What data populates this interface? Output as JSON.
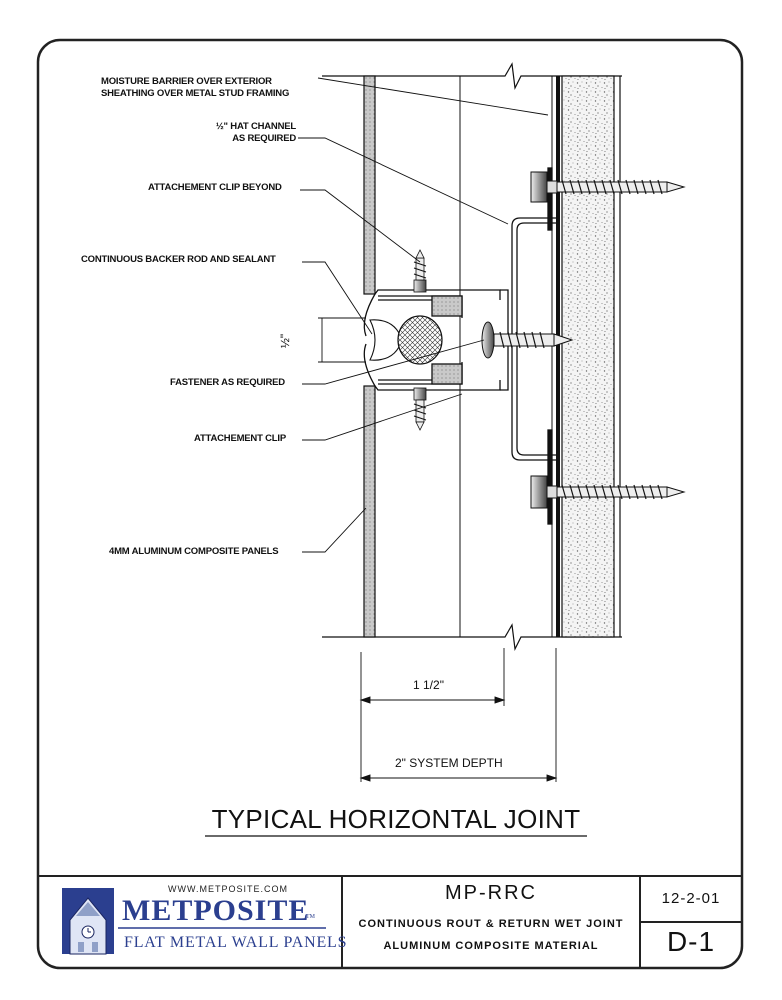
{
  "labels": {
    "moisture_barrier": [
      "MOISTURE BARRIER OVER  EXTERIOR",
      "SHEATHING OVER METAL STUD FRAMING"
    ],
    "hat_channel": [
      "½\" HAT CHANNEL",
      "AS REQUIRED"
    ],
    "clip_beyond": "ATTACHEMENT CLIP BEYOND",
    "backer_rod": "CONTINUOUS BACKER ROD AND SEALANT",
    "fastener": "FASTENER AS REQUIRED",
    "attach_clip": "ATTACHEMENT CLIP",
    "acm_panels": "4MM ALUMINUM COMPOSITE PANELS"
  },
  "dimensions": {
    "joint_gap": "½\"",
    "inner": "1 1/2\"",
    "system_depth": "2\" SYSTEM DEPTH"
  },
  "drawing_title": "TYPICAL HORIZONTAL JOINT",
  "title_block": {
    "website": "WWW.METPOSITE.COM",
    "brand": "METPOSITE",
    "tm": "TM",
    "tagline": "FLAT METAL WALL PANELS",
    "product_code": "MP-RRC",
    "desc_line1": "CONTINUOUS ROUT & RETURN WET JOINT",
    "desc_line2": "ALUMINUM COMPOSITE MATERIAL",
    "date": "12-2-01",
    "sheet": "D-1"
  }
}
